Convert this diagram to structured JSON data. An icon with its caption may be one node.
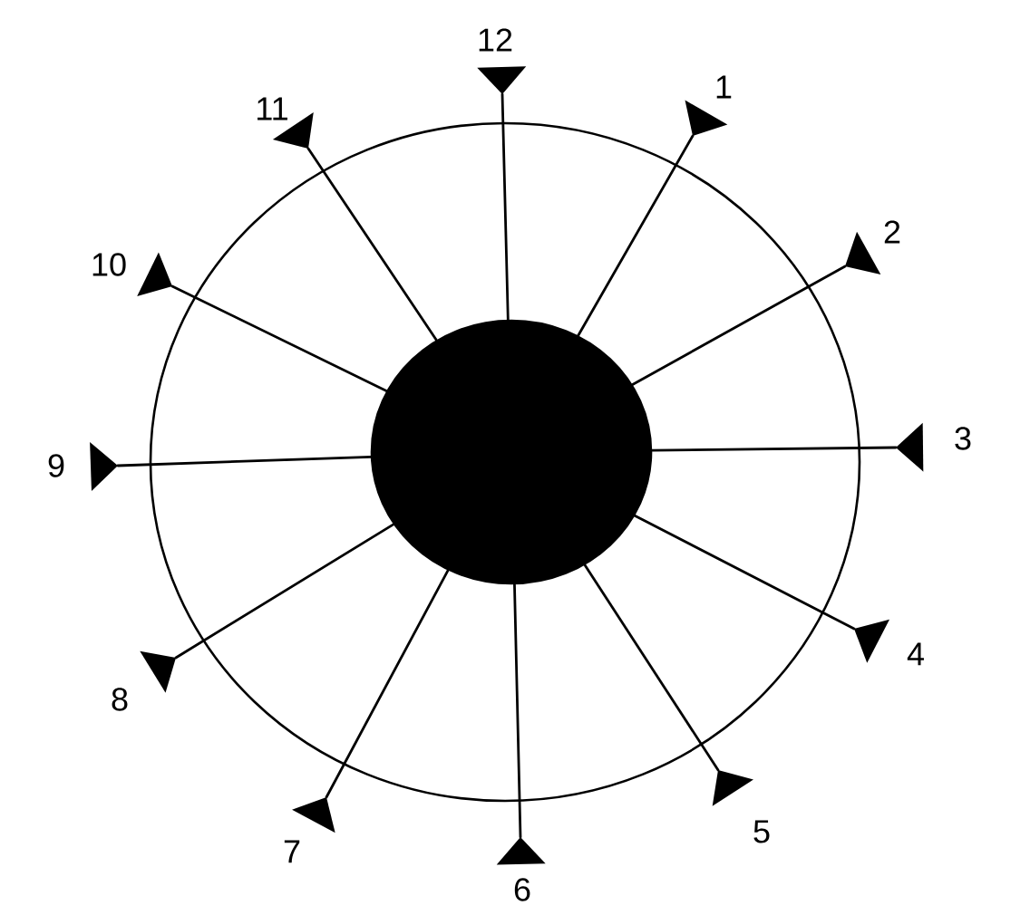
{
  "diagram": {
    "nodes": [
      {
        "text": [],
        "shape": "circle"
      },
      {
        "text": [],
        "shape": "circle",
        "in": 0
      },
      {
        "text": [],
        "shape": "triangle",
        "beside": [
          "1"
        ]
      },
      {
        "text": [],
        "shape": "triangle",
        "beside": [
          "2"
        ]
      },
      {
        "text": [],
        "shape": "triangle",
        "beside": [
          "3"
        ]
      },
      {
        "text": [],
        "shape": "triangle",
        "beside": [
          "4"
        ]
      },
      {
        "text": [],
        "shape": "triangle",
        "beside": [
          "5"
        ]
      },
      {
        "text": [],
        "shape": "triangle",
        "beside": [
          "6"
        ]
      },
      {
        "text": [],
        "shape": "triangle",
        "beside": [
          "7"
        ]
      },
      {
        "text": [],
        "shape": "triangle",
        "beside": [
          "8"
        ]
      },
      {
        "text": [],
        "shape": "triangle",
        "beside": [
          "9"
        ]
      },
      {
        "text": [],
        "shape": "triangle",
        "beside": [
          "10"
        ]
      },
      {
        "text": [],
        "shape": "triangle",
        "beside": [
          "11"
        ]
      },
      {
        "text": [],
        "shape": "triangle",
        "beside": [
          "12"
        ]
      }
    ],
    "edges": [
      {
        "from": 1,
        "to": 2,
        "arrow": "none"
      },
      {
        "from": 1,
        "to": 3,
        "arrow": "none"
      },
      {
        "from": 1,
        "to": 4,
        "arrow": "none"
      },
      {
        "from": 1,
        "to": 5,
        "arrow": "none"
      },
      {
        "from": 1,
        "to": 6,
        "arrow": "none"
      },
      {
        "from": 1,
        "to": 7,
        "arrow": "none"
      },
      {
        "from": 1,
        "to": 8,
        "arrow": "none"
      },
      {
        "from": 1,
        "to": 9,
        "arrow": "none"
      },
      {
        "from": 1,
        "to": 10,
        "arrow": "none"
      },
      {
        "from": 1,
        "to": 11,
        "arrow": "none"
      },
      {
        "from": 1,
        "to": 12,
        "arrow": "none"
      },
      {
        "from": 1,
        "to": 13,
        "arrow": "none"
      }
    ]
  }
}
